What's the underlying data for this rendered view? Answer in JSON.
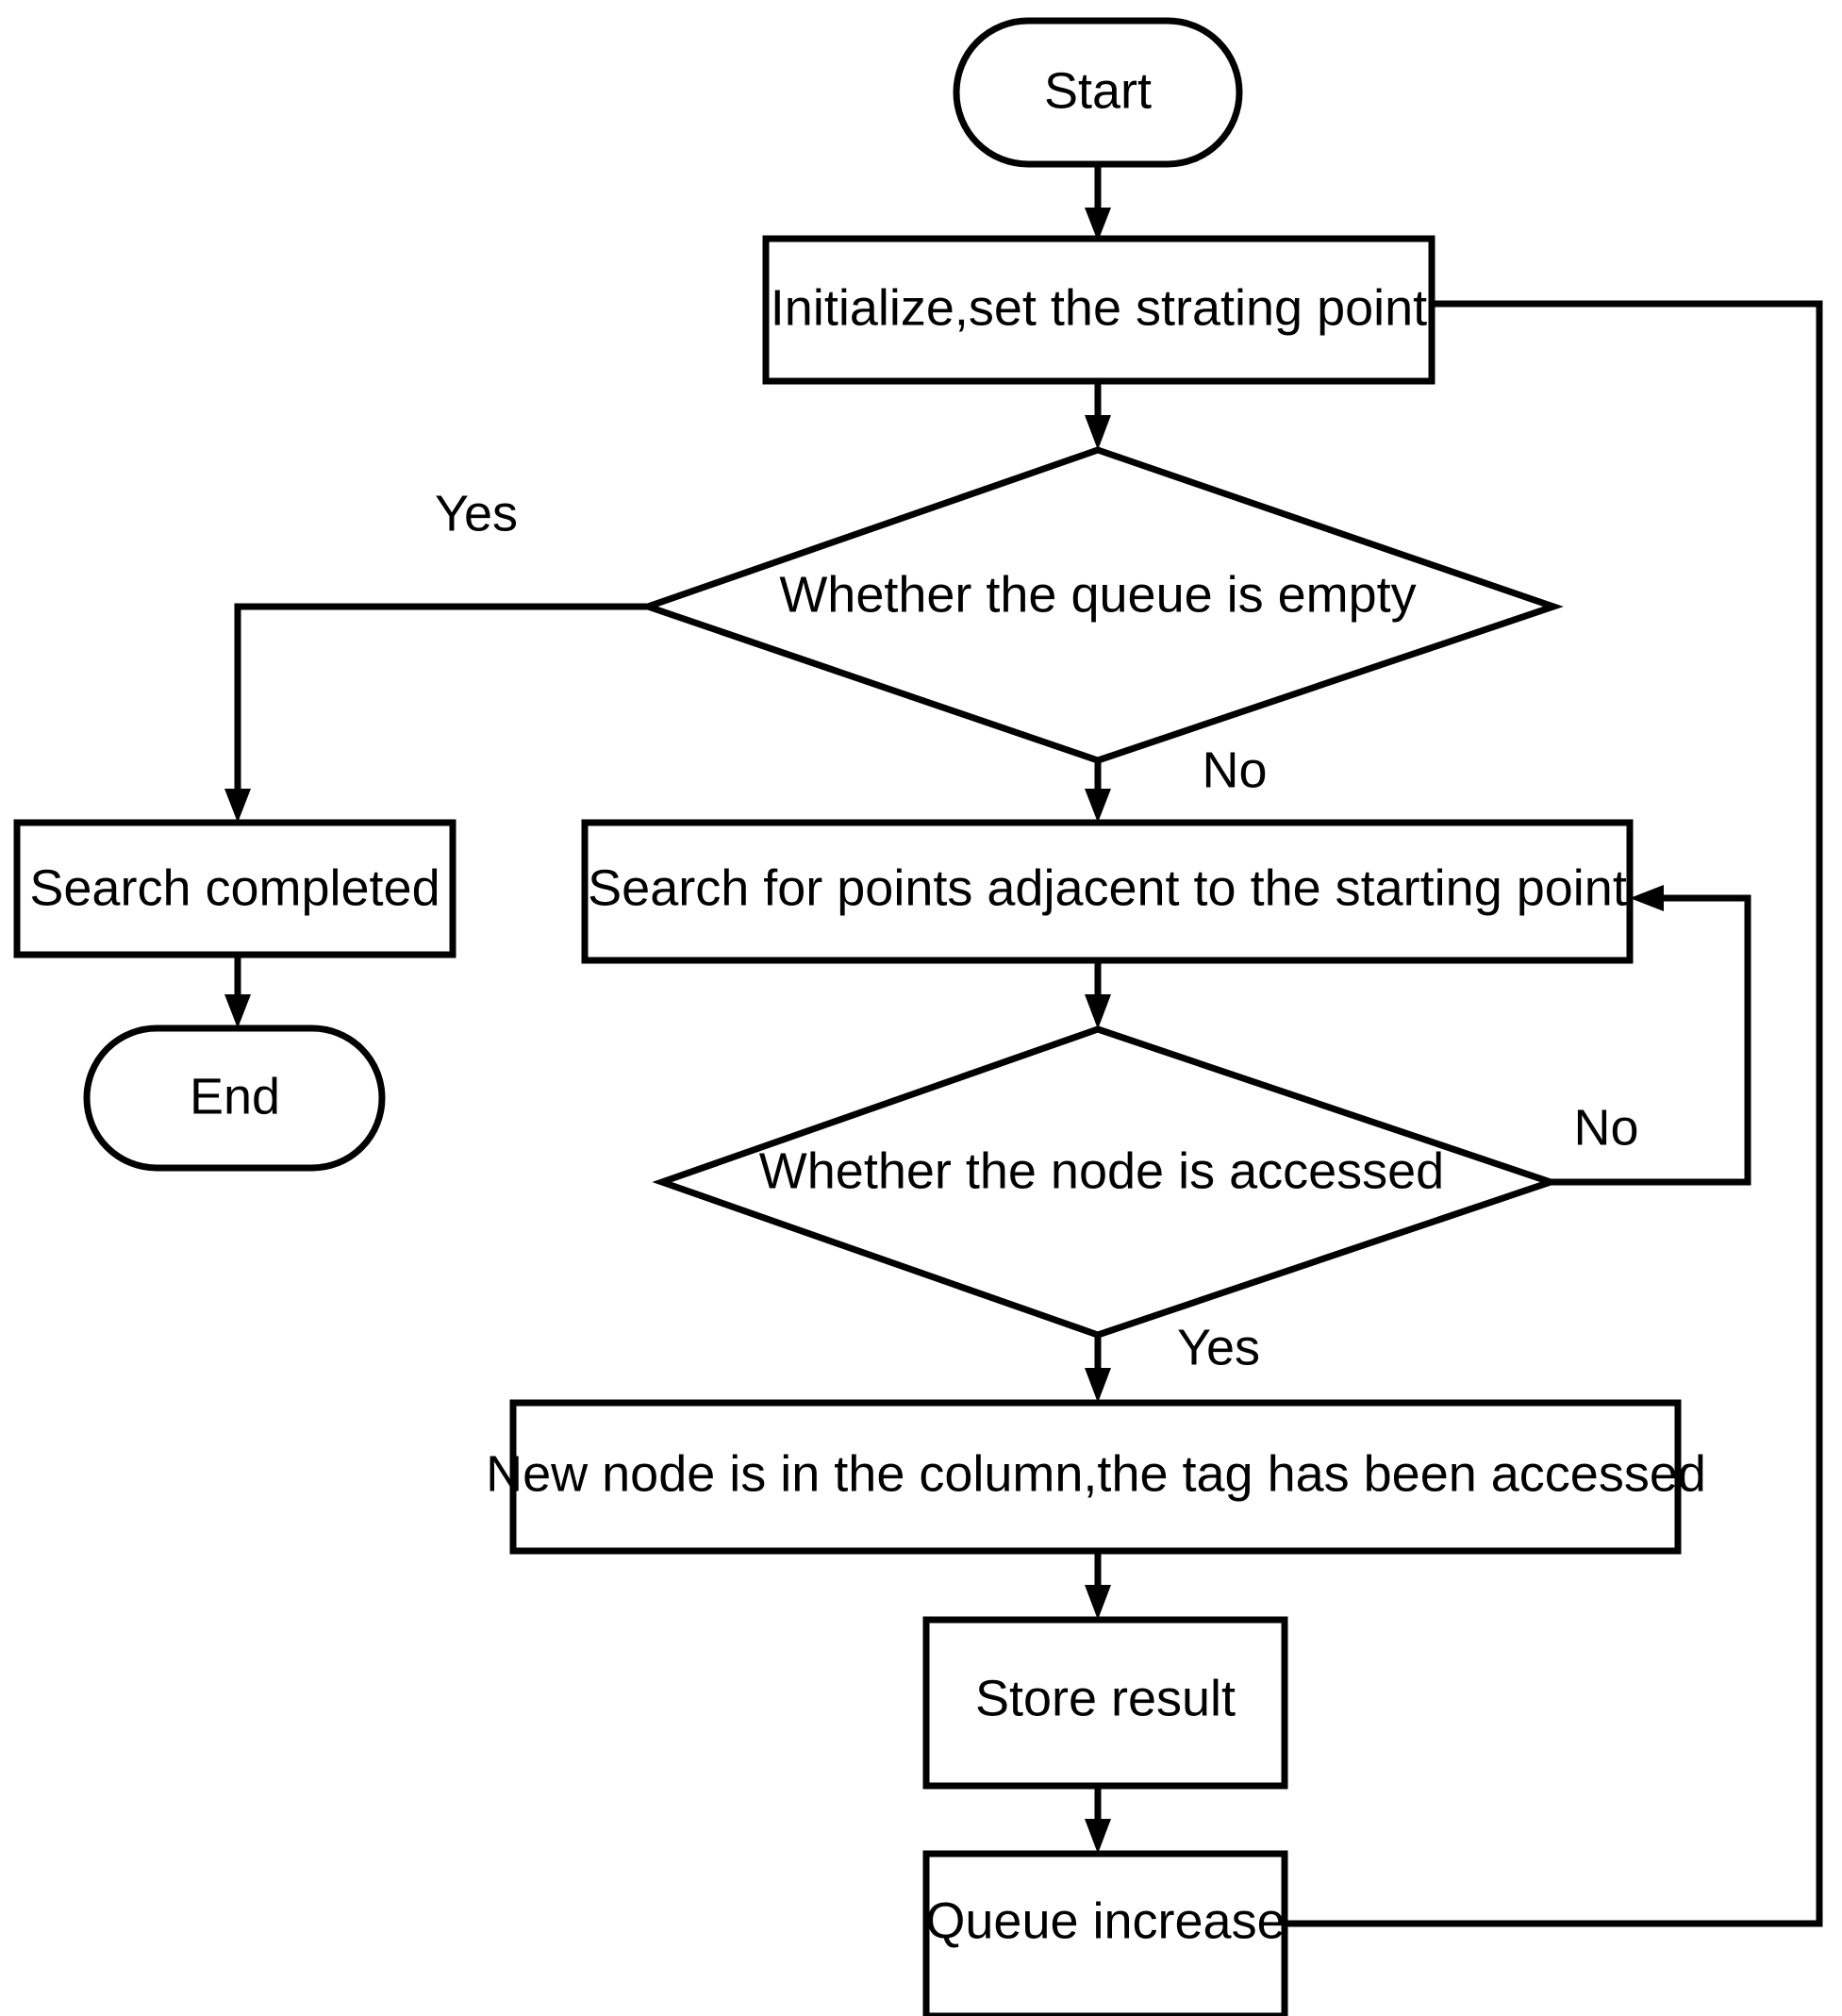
{
  "diagram": {
    "title": "Breadth-first search flowchart",
    "type": "flowchart",
    "background_color": "#ffffff",
    "line_color": "#000000",
    "text_color": "#000000",
    "nodes": {
      "start": {
        "label": "Start",
        "shape": "terminator"
      },
      "initialize": {
        "label": "Initialize,set the strating point",
        "shape": "process"
      },
      "queue_empty": {
        "label": "Whether the queue is empty",
        "shape": "decision"
      },
      "search_completed": {
        "label": "Search completed",
        "shape": "process"
      },
      "end": {
        "label": "End",
        "shape": "terminator"
      },
      "search_adjacent": {
        "label": "Search for points adjacent to the starting point",
        "shape": "process"
      },
      "node_accessed": {
        "label": "Whether the node is accessed",
        "shape": "decision"
      },
      "new_node": {
        "label": "New node is in the column,the tag has been accessed",
        "shape": "process"
      },
      "store_result": {
        "label": "Store result",
        "shape": "process"
      },
      "queue_increase": {
        "label": "Queue increase",
        "shape": "process"
      }
    },
    "edge_labels": {
      "queue_empty_yes": "Yes",
      "queue_empty_no": "No",
      "node_accessed_no": "No",
      "node_accessed_yes": "Yes"
    }
  }
}
